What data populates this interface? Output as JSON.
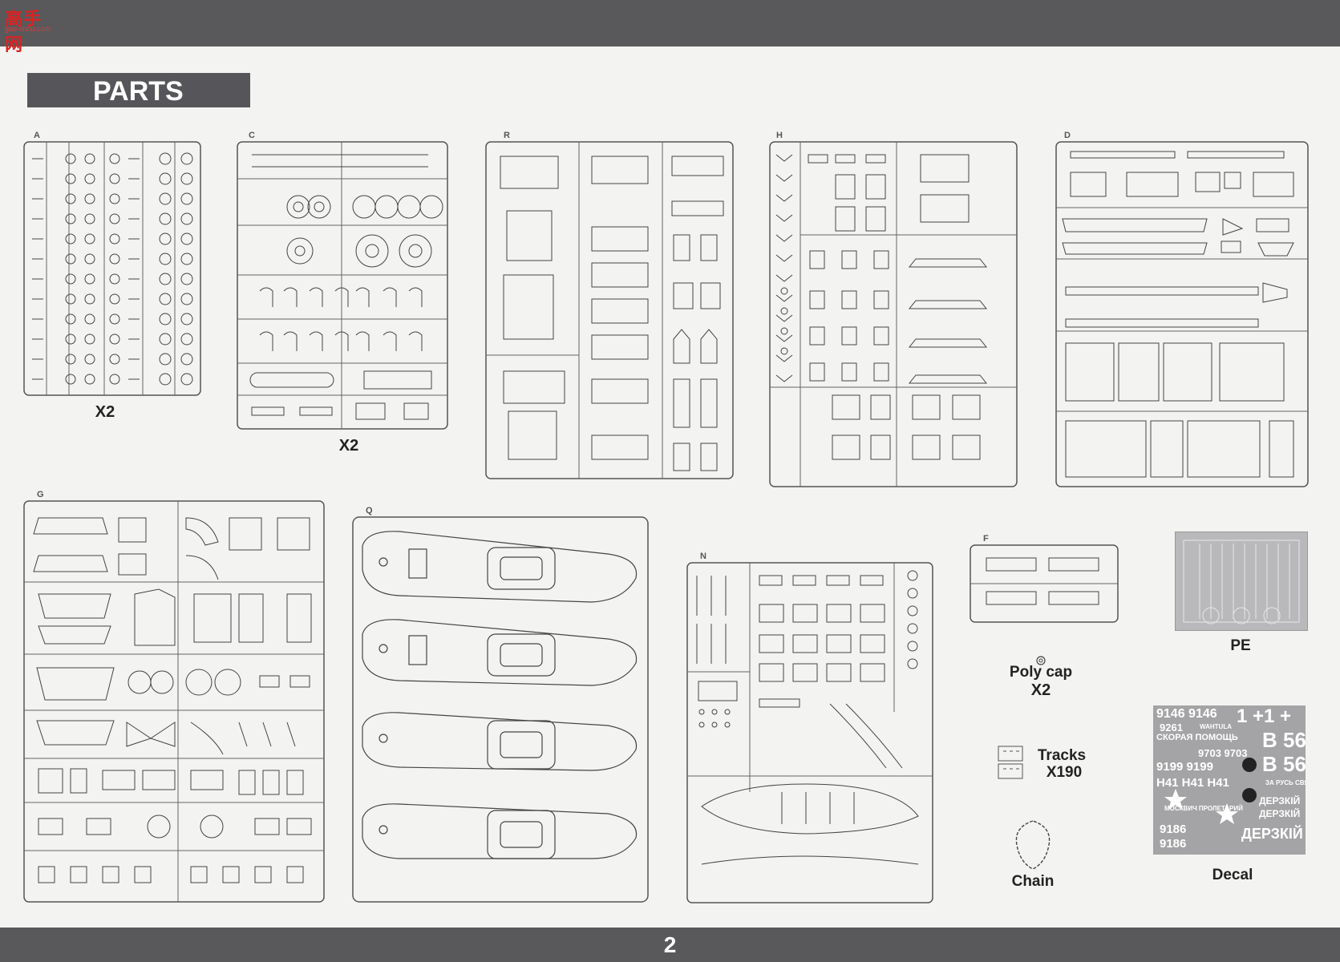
{
  "header": {
    "logo_text": "高手网",
    "logo_url": "gao-shou.com"
  },
  "section_title": "PARTS",
  "page_number": "2",
  "sprues": [
    {
      "letter": "A",
      "quantity": "X2"
    },
    {
      "letter": "C",
      "quantity": "X2"
    },
    {
      "letter": "R",
      "quantity": ""
    },
    {
      "letter": "H",
      "quantity": ""
    },
    {
      "letter": "D",
      "quantity": ""
    },
    {
      "letter": "G",
      "quantity": ""
    },
    {
      "letter": "Q",
      "quantity": ""
    },
    {
      "letter": "N",
      "quantity": ""
    },
    {
      "letter": "F",
      "quantity": ""
    }
  ],
  "extras": {
    "pe_label": "PE",
    "polycap_label": "Poly cap",
    "polycap_qty": "X2",
    "tracks_label": "Tracks",
    "tracks_qty": "X190",
    "chain_label": "Chain",
    "decal_label": "Decal"
  },
  "decal_texts": [
    "9146 9146",
    "9261",
    "WAHTULA",
    "СКОРАЯ ПОМОЩЬ",
    "1 +1 +",
    "B 56",
    "9703 9703",
    "B 56",
    "9199 9199",
    "H41 H41 H41",
    "ЗА РУСЬ СВЯТУЮ",
    "ДЕРЗКІЙ",
    "ДЕРЗКІЙ",
    "МОСКВИЧ ПРОЛЕТАРИЙ",
    "9186",
    "9186",
    "ДЕРЗКІЙ"
  ],
  "colors": {
    "band": "#59595b",
    "title_box": "#56565a",
    "paper": "#f3f3f1",
    "pe_sheet": "#b9b9bb",
    "decal_sheet": "#a4a4a6"
  }
}
